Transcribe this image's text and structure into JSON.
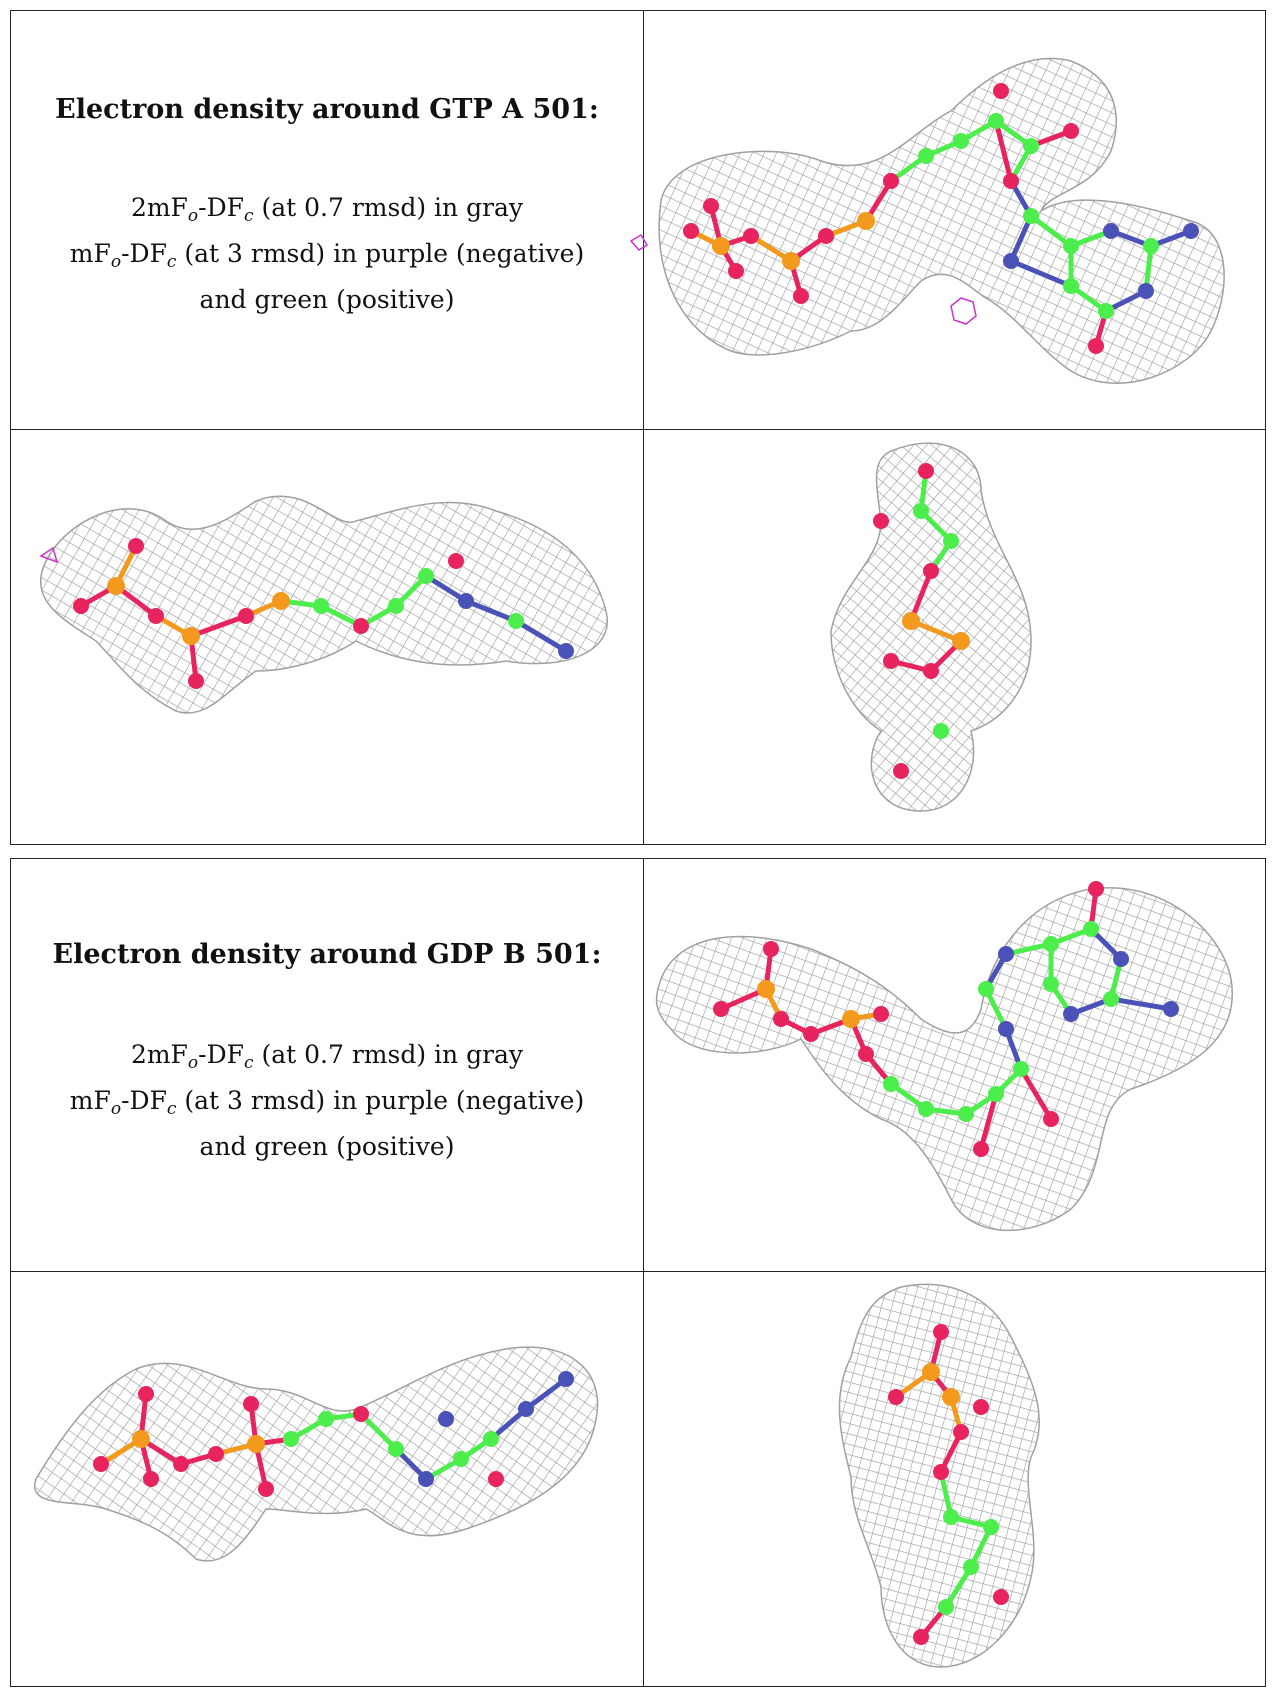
{
  "panels": [
    {
      "title": "Electron density around GTP A 501:",
      "map_2fo": {
        "pre": "2mF",
        "sub1": "o",
        "mid": "-DF",
        "sub2": "c",
        "post": " (at 0.7 rmsd) in gray"
      },
      "map_fo": {
        "pre": "mF",
        "sub1": "o",
        "mid": "-DF",
        "sub2": "c",
        "post": " (at 3 rmsd) in purple (negative)"
      },
      "map_pos": "and green (positive)"
    },
    {
      "title": "Electron density around GDP B 501:",
      "map_2fo": {
        "pre": "2mF",
        "sub1": "o",
        "mid": "-DF",
        "sub2": "c",
        "post": " (at 0.7 rmsd) in gray"
      },
      "map_fo": {
        "pre": "mF",
        "sub1": "o",
        "mid": "-DF",
        "sub2": "c",
        "post": " (at 3 rmsd) in purple (negative)"
      },
      "map_pos": "and green (positive)"
    }
  ],
  "colors": {
    "mesh": "#9a9a9a",
    "carbon": "#4cee4c",
    "oxygen": "#e8245e",
    "phosphorus": "#f39a1e",
    "nitrogen": "#4a52b8",
    "negative_density": "#cc33cc",
    "border": "#222222"
  }
}
